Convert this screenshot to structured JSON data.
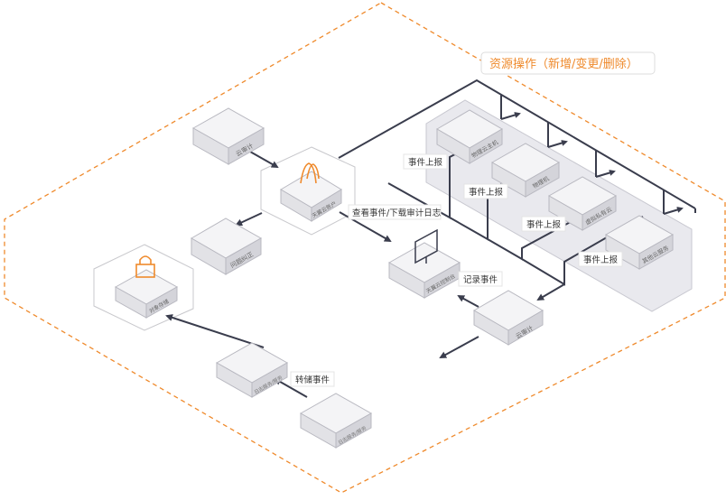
{
  "title": "资源操作（新增/变更/删除）",
  "labels": {
    "event_report": "事件上报",
    "view_download": "查看事件/下载审计日志",
    "record_event": "记录事件",
    "forward_event": "转储事件"
  },
  "boxes": {
    "cloud_audit_top": "云审计",
    "cloud_audit_bottom": "云审计",
    "cloud_account_console": "天翼云账户",
    "problem_fix": "问题纠正",
    "object_storage": "对象存储",
    "cloud_console_2": "天翼云控制台",
    "physical_host": "物理云主机",
    "physical_machine": "物理机",
    "vpc": "虚拟私有云",
    "other_service": "其他云服务",
    "log_service_1": "日志服务/服务",
    "log_service_2": "日志服务/服务"
  },
  "colors": {
    "accent": "#ef8a2c",
    "line": "#3a3d4d",
    "box_top": "#f4f4f6",
    "box_left": "#e2e2e6",
    "box_right": "#d4d4da",
    "group_bg": "#e9e9ee"
  }
}
